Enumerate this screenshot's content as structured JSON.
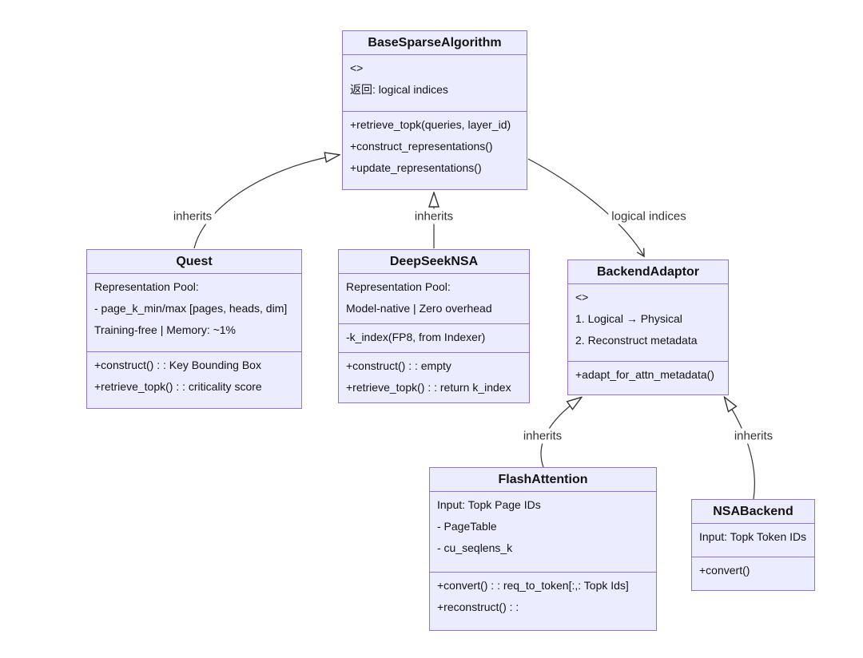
{
  "classes": {
    "base": {
      "title": "BaseSparseAlgorithm",
      "annotation": "<>",
      "returns": "返回: logical indices",
      "methods": [
        "+retrieve_topk(queries, layer_id)",
        "+construct_representations()",
        "+update_representations()"
      ]
    },
    "quest": {
      "title": "Quest",
      "attributes": [
        "Representation Pool:",
        "- page_k_min/max [pages, heads, dim]",
        "Training-free | Memory: ~1%"
      ],
      "methods": [
        "+construct() : : Key Bounding Box",
        "+retrieve_topk() : : criticality score"
      ]
    },
    "deepseek": {
      "title": "DeepSeekNSA",
      "pool": [
        "Representation Pool:",
        "Model-native | Zero overhead"
      ],
      "attributes": [
        "-k_index(FP8, from Indexer)"
      ],
      "methods": [
        "+construct() : : empty",
        "+retrieve_topk() : : return k_index"
      ]
    },
    "adaptor": {
      "title": "BackendAdaptor",
      "annotation": "<>",
      "notes": [
        "1. Logical → Physical",
        "2. Reconstruct metadata"
      ],
      "methods": [
        "+adapt_for_attn_metadata()"
      ]
    },
    "flash": {
      "title": "FlashAttention",
      "attributes": [
        "Input: Topk Page IDs",
        "- PageTable",
        "- cu_seqlens_k"
      ],
      "methods": [
        "+convert() : : req_to_token[:,: Topk Ids]",
        "+reconstruct() : :"
      ]
    },
    "nsa": {
      "title": "NSABackend",
      "attributes": [
        "Input: Topk Token IDs"
      ],
      "methods": [
        "+convert()"
      ]
    }
  },
  "edges": {
    "quest_inherits": "inherits",
    "deepseek_inherits": "inherits",
    "logical_indices": "logical indices",
    "flash_inherits": "inherits",
    "nsa_inherits": "inherits"
  },
  "colors": {
    "class_fill": "#ECECFF",
    "class_border": "#9370DB",
    "edge_stroke": "#333333",
    "text": "#131313",
    "background": "#ffffff"
  }
}
